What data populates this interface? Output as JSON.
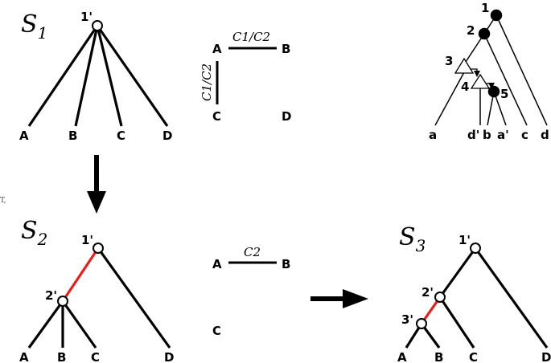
{
  "s1": {
    "title": "S",
    "title_sub": "1",
    "root_label": "1'",
    "leaves": [
      "A",
      "B",
      "C",
      "D"
    ]
  },
  "graph1": {
    "nodes": [
      "A",
      "B",
      "C",
      "D"
    ],
    "edge_ab_label": "C1/C2",
    "edge_ac_label": "C1/C2"
  },
  "gene_tree": {
    "node_labels": [
      "1",
      "2",
      "3",
      "4",
      "5"
    ],
    "leaves": [
      "a",
      "d'",
      "b",
      "a'",
      "c",
      "d"
    ]
  },
  "fragment": "T,",
  "s2": {
    "title": "S",
    "title_sub": "2",
    "node_labels": [
      "1'",
      "2'"
    ],
    "leaves": [
      "A",
      "B",
      "C",
      "D"
    ],
    "highlight_color": "#e8201c"
  },
  "graph2": {
    "nodes": [
      "A",
      "B",
      "C"
    ],
    "edge_ab_label": "C2"
  },
  "s3": {
    "title": "S",
    "title_sub": "3",
    "node_labels": [
      "1'",
      "2'",
      "3'"
    ],
    "leaves": [
      "A",
      "B",
      "C",
      "D"
    ],
    "highlight_color": "#e8201c"
  }
}
